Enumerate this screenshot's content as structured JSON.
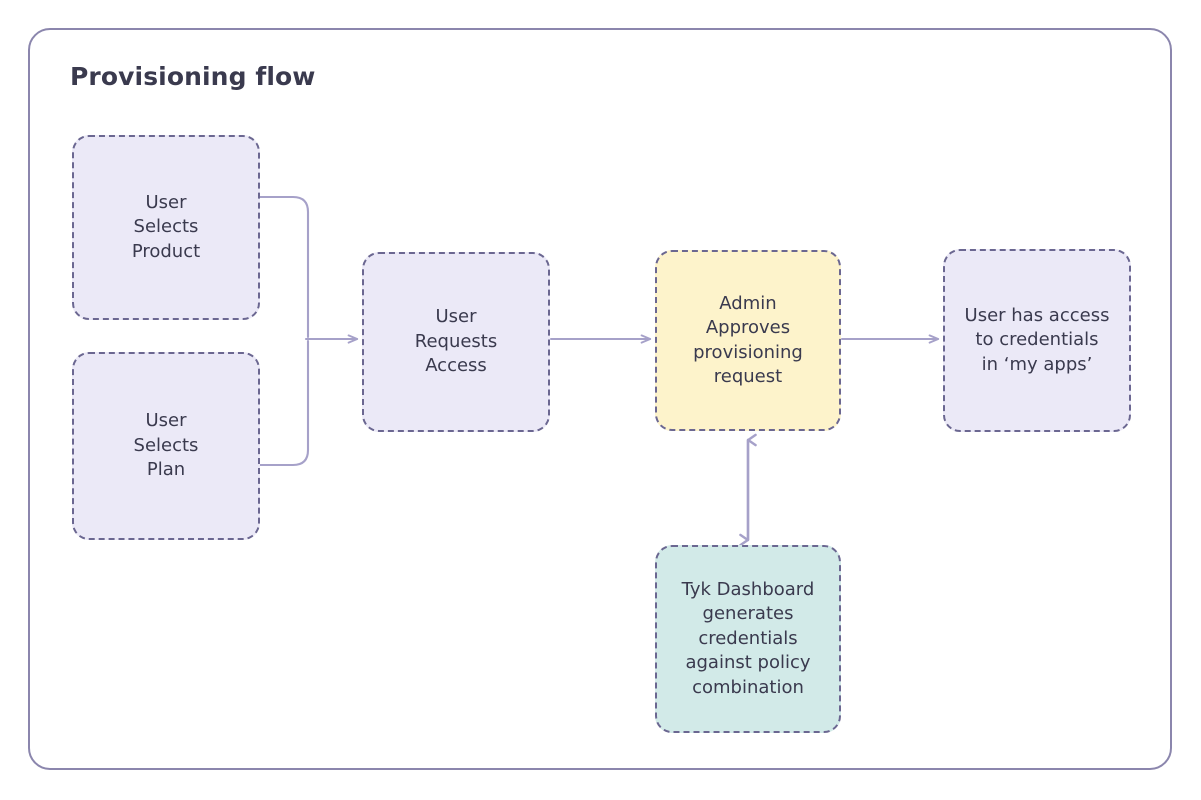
{
  "diagram": {
    "title": "Provisioning flow",
    "type": "flowchart",
    "colors": {
      "frame_border": "#8b86ad",
      "node_border": "#6b6791",
      "connector": "#a6a1c9",
      "text": "#3a3a4e",
      "fill_lavender": "#ebe9f7",
      "fill_yellow": "#fdf3cb",
      "fill_teal": "#d2eae8"
    },
    "nodes": [
      {
        "id": "user-selects-product",
        "label": "User\nSelects\nProduct",
        "fill": "#ebe9f7"
      },
      {
        "id": "user-selects-plan",
        "label": "User\nSelects\nPlan",
        "fill": "#ebe9f7"
      },
      {
        "id": "user-requests-access",
        "label": "User\nRequests\nAccess",
        "fill": "#ebe9f7"
      },
      {
        "id": "admin-approves",
        "label": "Admin\nApproves\nprovisioning\nrequest",
        "fill": "#fdf3cb"
      },
      {
        "id": "user-has-access",
        "label": "User has access\nto credentials\nin ‘my apps’",
        "fill": "#ebe9f7"
      },
      {
        "id": "tyk-dashboard",
        "label": "Tyk Dashboard\ngenerates\ncredentials\nagainst policy\ncombination",
        "fill": "#d2eae8"
      }
    ],
    "edges": [
      {
        "id": "product-to-request",
        "from": "user-selects-product",
        "to": "user-requests-access",
        "style": "elbow",
        "direction": "forward"
      },
      {
        "id": "plan-to-request",
        "from": "user-selects-plan",
        "to": "user-requests-access",
        "style": "elbow",
        "direction": "forward"
      },
      {
        "id": "request-to-admin",
        "from": "user-requests-access",
        "to": "admin-approves",
        "style": "straight",
        "direction": "forward"
      },
      {
        "id": "admin-to-access",
        "from": "admin-approves",
        "to": "user-has-access",
        "style": "straight",
        "direction": "forward"
      },
      {
        "id": "admin-tyk",
        "from": "admin-approves",
        "to": "tyk-dashboard",
        "style": "straight",
        "direction": "bidirectional"
      }
    ]
  }
}
